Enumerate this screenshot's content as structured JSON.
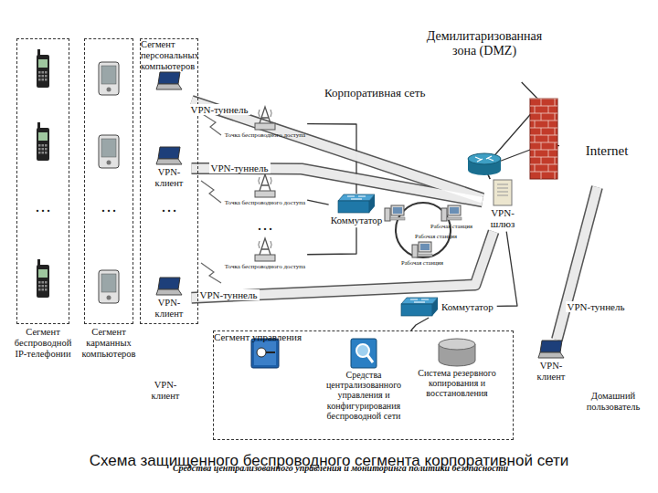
{
  "diagram": {
    "caption": "Схема защищенного беспроводного сегмента корпоративной сети",
    "nodes": [
      {
        "text": [
          "Демилитаризованная зона (DMZ)"
        ]
      },
      {
        "text": [
          "Корпоративная сеть"
        ]
      },
      {
        "text": [
          "Рабочая станция"
        ],
        "in": 1
      },
      {
        "text": [
          "Рабочая станция"
        ],
        "in": 1
      },
      {
        "text": [
          "Рабочая станция"
        ],
        "in": 1
      },
      {
        "text": [
          "Коммутатор"
        ],
        "in": 1
      },
      {
        "text": [
          "VPN-шлюз"
        ],
        "in": 1
      },
      {
        "text": [
          "Internet"
        ]
      },
      {
        "text": [
          "Сегмент беспроводной IP-телефонии"
        ]
      },
      {
        "text": [
          "Сегмент карманных компьютеров"
        ]
      },
      {
        "text": [
          "Сегмент персональных компьютеров"
        ]
      },
      {
        "text": [
          "VPN-клиент"
        ],
        "in": 10
      },
      {
        "text": [
          "VPN-клиент"
        ],
        "in": 10
      },
      {
        "text": [
          "VPN-клиент"
        ],
        "in": 10
      },
      {
        "text": [
          "Точка беспроводного доступа"
        ]
      },
      {
        "text": [
          "Точка беспроводного доступа"
        ]
      },
      {
        "text": [
          "Точка беспроводного доступа"
        ]
      },
      {
        "text": [
          "Коммутатор"
        ]
      },
      {
        "text": [
          "Сегмент управления"
        ]
      },
      {
        "text": [
          "Средства централизованного управления и мониторинга политики безопасности"
        ],
        "in": 18
      },
      {
        "text": [
          "Средства централизованного управления и конфигурирования беспроводной сети"
        ],
        "in": 18
      },
      {
        "text": [
          "Система резервного копирования и восстановления"
        ],
        "in": 18
      },
      {
        "text": [
          "Домашний пользователь"
        ]
      },
      {
        "text": [
          "VPN-клиент"
        ]
      }
    ],
    "edges": [
      {
        "from": 11,
        "to": 6,
        "label": "VPN-туннель",
        "arrow": "none"
      },
      {
        "from": 12,
        "to": 6,
        "label": "VPN-туннель",
        "arrow": "none"
      },
      {
        "from": 13,
        "to": 6,
        "label": "VPN-туннель",
        "arrow": "none"
      },
      {
        "from": 23,
        "to": 7,
        "label": "VPN-туннель",
        "arrow": "none"
      },
      {
        "from": 14,
        "to": 5,
        "arrow": "none"
      },
      {
        "from": 15,
        "to": 5,
        "arrow": "none"
      },
      {
        "from": 16,
        "to": 5,
        "arrow": "none"
      },
      {
        "from": 17,
        "to": 6,
        "arrow": "none"
      },
      {
        "from": 17,
        "to": 18,
        "arrow": "none"
      },
      {
        "from": 6,
        "to": 7,
        "arrow": "none"
      },
      {
        "from": 6,
        "to": 0,
        "arrow": "none"
      }
    ],
    "labels": [
      "…",
      "…",
      "…",
      "…"
    ]
  }
}
